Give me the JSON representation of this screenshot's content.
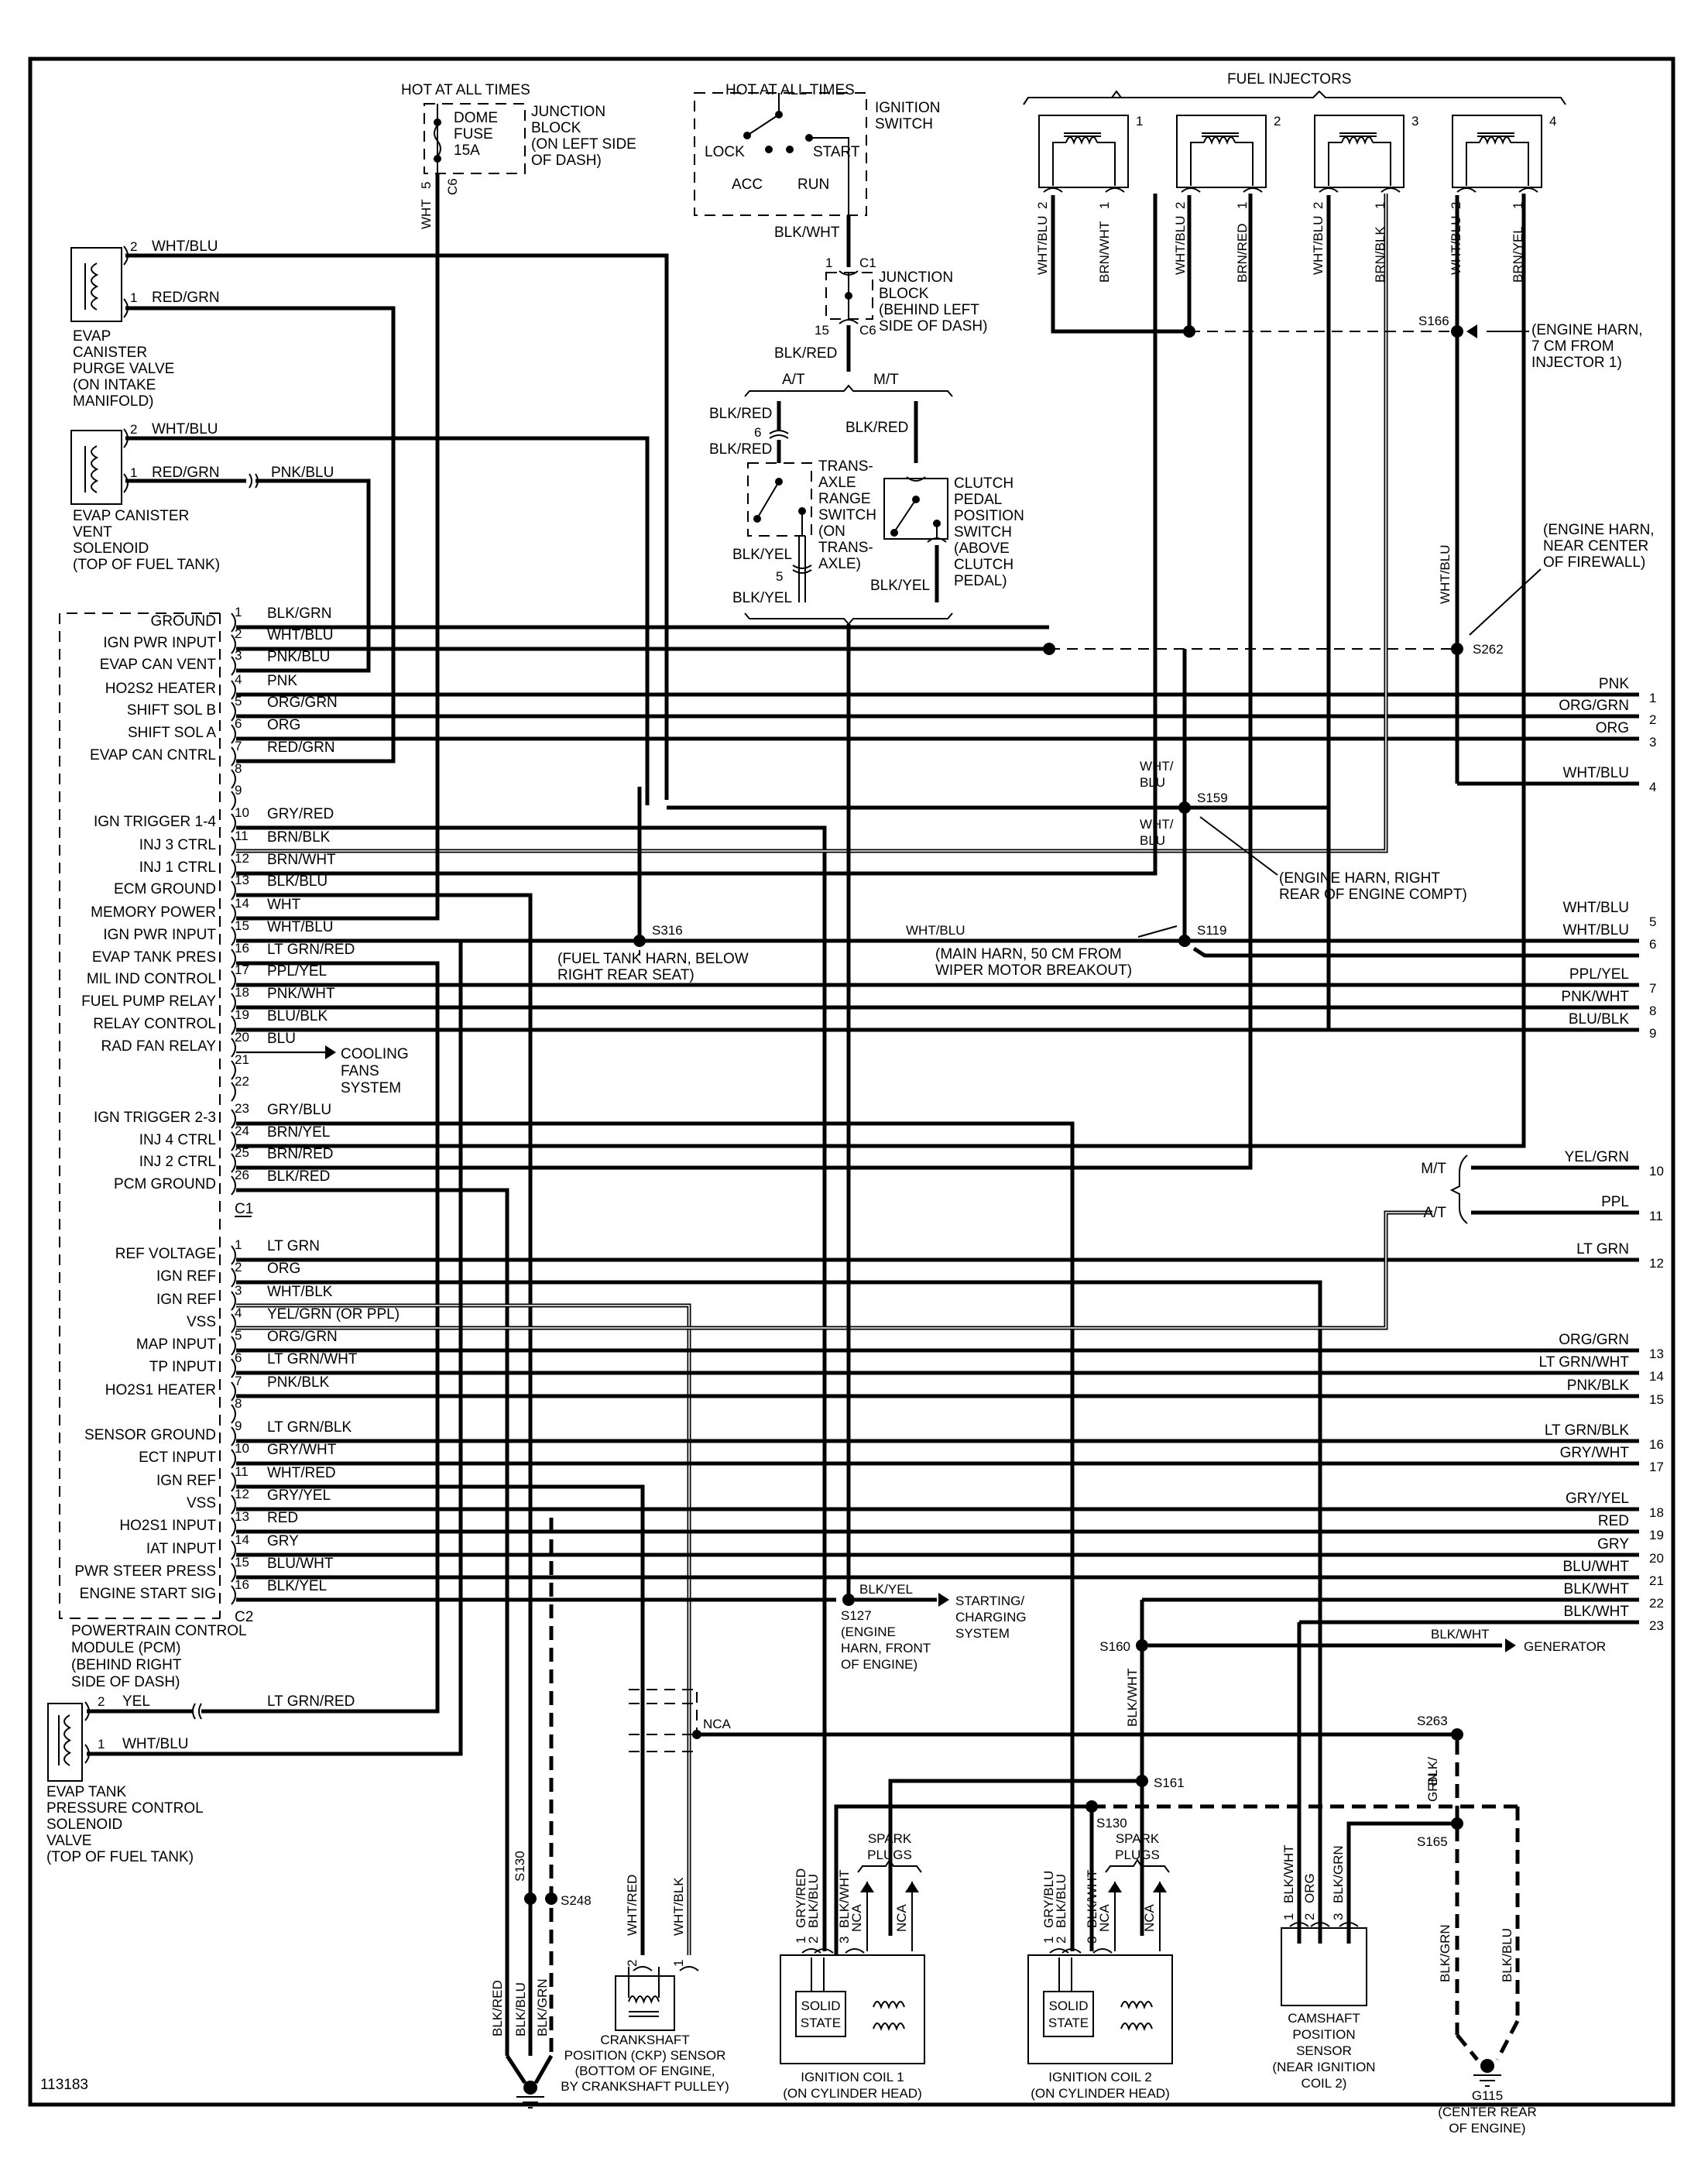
{
  "diagram_id": "113183",
  "colors": {
    "ink": "#000000",
    "paper": "#ffffff"
  },
  "dome_fuse": {
    "hot_label": "HOT AT ALL TIMES",
    "fuse_lines": [
      "DOME",
      "FUSE",
      "15A"
    ],
    "block_lines": [
      "JUNCTION",
      "BLOCK",
      "(ON LEFT SIDE",
      "OF DASH)"
    ],
    "pin": "5",
    "connector": "C6",
    "wire": "WHT"
  },
  "ignition_switch": {
    "hot_label": "HOT AT ALL TIMES",
    "title_lines": [
      "IGNITION",
      "SWITCH"
    ],
    "positions": [
      "LOCK",
      "ACC",
      "RUN",
      "START"
    ],
    "out_wire": "BLK/WHT"
  },
  "junction_block_c1": {
    "pin_top": "1",
    "conn_top": "C1",
    "pin_bottom": "15",
    "conn_bottom": "C6",
    "title_lines": [
      "JUNCTION",
      "BLOCK",
      "(BEHIND LEFT",
      "SIDE OF DASH)"
    ],
    "out_wire": "BLK/RED"
  },
  "trans_branch": {
    "at_label": "A/T",
    "mt_label": "M/T",
    "tr_switch": {
      "in_wire_top": "BLK/RED",
      "pin_in": "6",
      "in_wire_bottom": "BLK/RED",
      "title_lines": [
        "TRANS-",
        "AXLE",
        "RANGE",
        "SWITCH",
        "(ON",
        "TRANS-",
        "AXLE)"
      ],
      "out_wire_top": "BLK/YEL",
      "pin_out": "5",
      "out_wire_bottom": "BLK/YEL"
    },
    "clutch_switch": {
      "in_wire": "BLK/RED",
      "title_lines": [
        "CLUTCH",
        "PEDAL",
        "POSITION",
        "SWITCH",
        "(ABOVE",
        "CLUTCH",
        "PEDAL)"
      ],
      "out_wire": "BLK/YEL"
    }
  },
  "evap_purge": {
    "title_lines": [
      "EVAP",
      "CANISTER",
      "PURGE VALVE",
      "(ON INTAKE",
      "MANIFOLD)"
    ],
    "pins": [
      {
        "num": "2",
        "wire": "WHT/BLU"
      },
      {
        "num": "1",
        "wire": "RED/GRN"
      }
    ]
  },
  "evap_vent": {
    "title_lines": [
      "EVAP CANISTER",
      "VENT",
      "SOLENOID",
      "(TOP OF FUEL TANK)"
    ],
    "pins": [
      {
        "num": "2",
        "wire": "WHT/BLU"
      },
      {
        "num": "1",
        "wire": "RED/GRN"
      }
    ],
    "inline_wire": "PNK/BLU"
  },
  "fuel_injectors": {
    "title": "FUEL INJECTORS",
    "injectors": [
      {
        "num": "1",
        "pin2_wire": "WHT/BLU",
        "pin1_wire": "BRN/WHT"
      },
      {
        "num": "2",
        "pin2_wire": "WHT/BLU",
        "pin1_wire": "BRN/RED"
      },
      {
        "num": "3",
        "pin2_wire": "WHT/BLU",
        "pin1_wire": "BRN/BLK"
      },
      {
        "num": "4",
        "pin2_wire": "WHT/BLU",
        "pin1_wire": "BRN/YEL"
      }
    ],
    "pin2": "2",
    "pin1": "1"
  },
  "splices": {
    "s166": {
      "id": "S166",
      "note_lines": [
        "(ENGINE HARN,",
        "7 CM FROM",
        "INJECTOR 1)"
      ]
    },
    "s262": {
      "id": "S262",
      "wire": "WHT/BLU",
      "note_lines": [
        "(ENGINE HARN,",
        "NEAR CENTER",
        "OF FIREWALL)"
      ]
    },
    "s159": {
      "id": "S159",
      "wire_top": [
        "WHT/",
        "BLU"
      ],
      "wire_bottom": [
        "WHT/",
        "BLU"
      ],
      "note_lines": [
        "(ENGINE HARN, RIGHT",
        "REAR OF ENGINE COMPT)"
      ]
    },
    "s316": {
      "id": "S316",
      "note_lines": [
        "(FUEL TANK HARN, BELOW",
        "RIGHT REAR SEAT)"
      ]
    },
    "s119": {
      "id": "S119",
      "wire": "WHT/BLU",
      "note_lines": [
        "(MAIN HARN, 50 CM FROM",
        "WIPER MOTOR BREAKOUT)"
      ]
    },
    "s127": {
      "id": "S127",
      "wire": "BLK/YEL",
      "note_lines": [
        "(ENGINE",
        "HARN, FRONT",
        "OF ENGINE)"
      ],
      "dest_lines": [
        "STARTING/",
        "CHARGING",
        "SYSTEM"
      ]
    },
    "s160": {
      "id": "S160",
      "wire": "BLK/WHT",
      "dest": "GENERATOR",
      "down_wire": "BLK/WHT"
    },
    "s161": {
      "id": "S161"
    },
    "s130": {
      "id": "S130"
    },
    "s248": {
      "id": "S248"
    },
    "s263": {
      "id": "S263",
      "wire_lines": [
        "BLK/",
        "GRN"
      ]
    },
    "s165": {
      "id": "S165"
    },
    "nca": "NCA"
  },
  "pcm": {
    "title_lines": [
      "POWERTRAIN CONTROL",
      "MODULE (PCM)",
      "(BEHIND RIGHT",
      "SIDE OF DASH)"
    ],
    "c1_label": "C1",
    "c2_label": "C2",
    "c1": [
      {
        "pin": "1",
        "func": "GROUND",
        "wire": "BLK/GRN"
      },
      {
        "pin": "2",
        "func": "IGN PWR INPUT",
        "wire": "WHT/BLU"
      },
      {
        "pin": "3",
        "func": "EVAP CAN VENT",
        "wire": "PNK/BLU"
      },
      {
        "pin": "4",
        "func": "HO2S2 HEATER",
        "wire": "PNK"
      },
      {
        "pin": "5",
        "func": "SHIFT SOL B",
        "wire": "ORG/GRN"
      },
      {
        "pin": "6",
        "func": "SHIFT SOL A",
        "wire": "ORG"
      },
      {
        "pin": "7",
        "func": "EVAP CAN CNTRL",
        "wire": "RED/GRN"
      },
      {
        "pin": "8",
        "func": "",
        "wire": ""
      },
      {
        "pin": "9",
        "func": "",
        "wire": ""
      },
      {
        "pin": "10",
        "func": "IGN TRIGGER 1-4",
        "wire": "GRY/RED"
      },
      {
        "pin": "11",
        "func": "INJ 3 CTRL",
        "wire": "BRN/BLK"
      },
      {
        "pin": "12",
        "func": "INJ 1 CTRL",
        "wire": "BRN/WHT"
      },
      {
        "pin": "13",
        "func": "ECM GROUND",
        "wire": "BLK/BLU"
      },
      {
        "pin": "14",
        "func": "MEMORY POWER",
        "wire": "WHT"
      },
      {
        "pin": "15",
        "func": "IGN PWR INPUT",
        "wire": "WHT/BLU"
      },
      {
        "pin": "16",
        "func": "EVAP TANK PRES",
        "wire": "LT GRN/RED"
      },
      {
        "pin": "17",
        "func": "MIL IND CONTROL",
        "wire": "PPL/YEL"
      },
      {
        "pin": "18",
        "func": "FUEL PUMP RELAY",
        "wire": "PNK/WHT"
      },
      {
        "pin": "19",
        "func": "RELAY CONTROL",
        "wire": "BLU/BLK"
      },
      {
        "pin": "20",
        "func": "RAD FAN RELAY",
        "wire": "BLU"
      },
      {
        "pin": "21",
        "func": "",
        "wire": ""
      },
      {
        "pin": "22",
        "func": "",
        "wire": ""
      },
      {
        "pin": "23",
        "func": "IGN TRIGGER 2-3",
        "wire": "GRY/BLU"
      },
      {
        "pin": "24",
        "func": "INJ 4 CTRL",
        "wire": "BRN/YEL"
      },
      {
        "pin": "25",
        "func": "INJ 2 CTRL",
        "wire": "BRN/RED"
      },
      {
        "pin": "26",
        "func": "PCM GROUND",
        "wire": "BLK/RED"
      }
    ],
    "c2": [
      {
        "pin": "1",
        "func": "REF VOLTAGE",
        "wire": "LT GRN"
      },
      {
        "pin": "2",
        "func": "IGN REF",
        "wire": "ORG"
      },
      {
        "pin": "3",
        "func": "IGN REF",
        "wire": "WHT/BLK"
      },
      {
        "pin": "4",
        "func": "VSS",
        "wire": "YEL/GRN (OR PPL)"
      },
      {
        "pin": "5",
        "func": "MAP INPUT",
        "wire": "ORG/GRN"
      },
      {
        "pin": "6",
        "func": "TP INPUT",
        "wire": "LT GRN/WHT"
      },
      {
        "pin": "7",
        "func": "HO2S1 HEATER",
        "wire": "PNK/BLK"
      },
      {
        "pin": "8",
        "func": "",
        "wire": ""
      },
      {
        "pin": "9",
        "func": "SENSOR GROUND",
        "wire": "LT GRN/BLK"
      },
      {
        "pin": "10",
        "func": "ECT INPUT",
        "wire": "GRY/WHT"
      },
      {
        "pin": "11",
        "func": "IGN REF",
        "wire": "WHT/RED"
      },
      {
        "pin": "12",
        "func": "VSS",
        "wire": "GRY/YEL"
      },
      {
        "pin": "13",
        "func": "HO2S1 INPUT",
        "wire": "RED"
      },
      {
        "pin": "14",
        "func": "IAT INPUT",
        "wire": "GRY"
      },
      {
        "pin": "15",
        "func": "PWR STEER PRESS",
        "wire": "BLU/WHT"
      },
      {
        "pin": "16",
        "func": "ENGINE START SIG",
        "wire": "BLK/YEL"
      }
    ],
    "cooling_fans_lines": [
      "COOLING",
      "FANS",
      "SYSTEM"
    ]
  },
  "right_outputs": [
    {
      "num": "1",
      "wire": "PNK"
    },
    {
      "num": "2",
      "wire": "ORG/GRN"
    },
    {
      "num": "3",
      "wire": "ORG"
    },
    {
      "num": "4",
      "wire": "WHT/BLU"
    },
    {
      "num": "5",
      "wire": "WHT/BLU"
    },
    {
      "num": "6",
      "wire": "WHT/BLU"
    },
    {
      "num": "7",
      "wire": "PPL/YEL"
    },
    {
      "num": "8",
      "wire": "PNK/WHT"
    },
    {
      "num": "9",
      "wire": "BLU/BLK"
    },
    {
      "num": "10",
      "wire": "YEL/GRN"
    },
    {
      "num": "11",
      "wire": "PPL"
    },
    {
      "num": "12",
      "wire": "LT GRN"
    },
    {
      "num": "13",
      "wire": "ORG/GRN"
    },
    {
      "num": "14",
      "wire": "LT GRN/WHT"
    },
    {
      "num": "15",
      "wire": "PNK/BLK"
    },
    {
      "num": "16",
      "wire": "LT GRN/BLK"
    },
    {
      "num": "17",
      "wire": "GRY/WHT"
    },
    {
      "num": "18",
      "wire": "GRY/YEL"
    },
    {
      "num": "19",
      "wire": "RED"
    },
    {
      "num": "20",
      "wire": "GRY"
    },
    {
      "num": "21",
      "wire": "BLU/WHT"
    },
    {
      "num": "22",
      "wire": "BLK/WHT"
    },
    {
      "num": "23",
      "wire": "BLK/WHT"
    }
  ],
  "trans_select": {
    "mt": "M/T",
    "at": "A/T"
  },
  "evap_tank_valve": {
    "title_lines": [
      "EVAP TANK",
      "PRESSURE CONTROL",
      "SOLENOID",
      "VALVE",
      "(TOP OF FUEL TANK)"
    ],
    "pins": [
      {
        "num": "2",
        "wire": "YEL"
      },
      {
        "num": "1",
        "wire": "WHT/BLU"
      }
    ],
    "inline_wire": "LT GRN/RED"
  },
  "ground_left": {
    "wires": [
      "BLK/RED",
      "BLK/BLU",
      "BLK/GRN"
    ]
  },
  "ckp_sensor": {
    "title_lines": [
      "CRANKSHAFT",
      "POSITION (CKP) SENSOR",
      "(BOTTOM OF ENGINE,",
      "BY CRANKSHAFT PULLEY)"
    ],
    "pins": [
      {
        "num": "2",
        "wire": "WHT/RED"
      },
      {
        "num": "1",
        "wire": "WHT/BLK"
      }
    ]
  },
  "ignition_coils": [
    {
      "title_lines": [
        "IGNITION COIL 1",
        "(ON CYLINDER HEAD)"
      ],
      "pins": [
        {
          "num": "1",
          "wire": "GRY/RED"
        },
        {
          "num": "2",
          "wire": "BLK/BLU"
        },
        {
          "num": "3",
          "wire": "BLK/WHT"
        }
      ],
      "module_lines": [
        "SOLID",
        "STATE"
      ],
      "plugs_lines": [
        "SPARK",
        "PLUGS"
      ],
      "nca": "NCA"
    },
    {
      "title_lines": [
        "IGNITION COIL 2",
        "(ON CYLINDER HEAD)"
      ],
      "pins": [
        {
          "num": "1",
          "wire": "GRY/BLU"
        },
        {
          "num": "2",
          "wire": "BLK/BLU"
        },
        {
          "num": "3",
          "wire": "BLK/WHT"
        }
      ],
      "module_lines": [
        "SOLID",
        "STATE"
      ],
      "plugs_lines": [
        "SPARK",
        "PLUGS"
      ],
      "nca": "NCA"
    }
  ],
  "cmp_sensor": {
    "title_lines": [
      "CAMSHAFT",
      "POSITION",
      "SENSOR",
      "(NEAR IGNITION",
      "COIL 2)"
    ],
    "pins": [
      {
        "num": "1",
        "wire": "BLK/WHT"
      },
      {
        "num": "2",
        "wire": "ORG"
      },
      {
        "num": "3",
        "wire": "BLK/GRN"
      }
    ]
  },
  "g115": {
    "id_lines": [
      "G115",
      "(CENTER REAR",
      "OF ENGINE)"
    ],
    "wires": [
      "BLK/GRN",
      "BLK/BLU"
    ]
  }
}
